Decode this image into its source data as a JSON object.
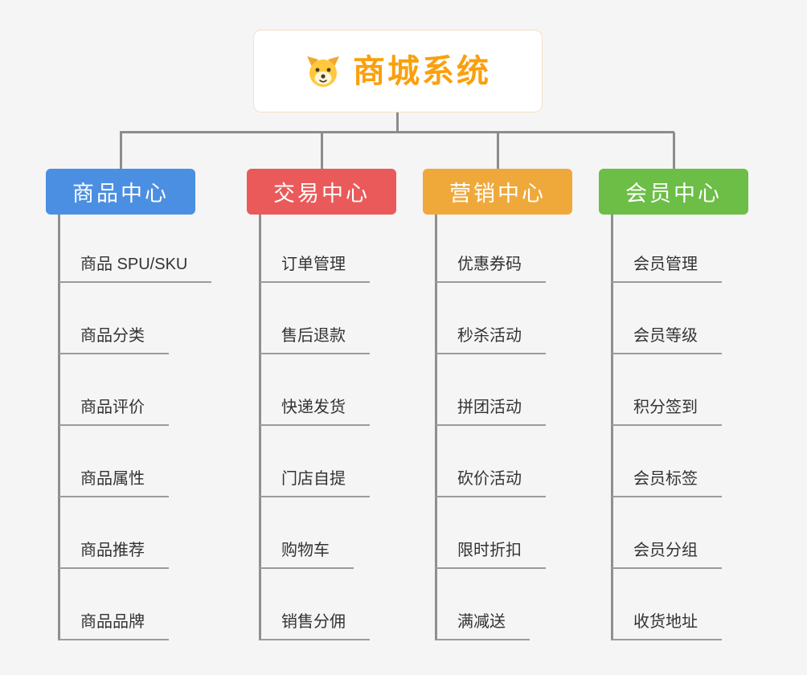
{
  "root": {
    "title": "商城系统",
    "icon": "dog-face-icon",
    "accent_color": "#faa00d"
  },
  "connector_color": "#8c8c8c",
  "branches": [
    {
      "label": "商品中心",
      "color": "#4b8fe2",
      "children": [
        "商品 SPU/SKU",
        "商品分类",
        "商品评价",
        "商品属性",
        "商品推荐",
        "商品品牌"
      ]
    },
    {
      "label": "交易中心",
      "color": "#ea5a5a",
      "children": [
        "订单管理",
        "售后退款",
        "快递发货",
        "门店自提",
        "购物车",
        "销售分佣"
      ]
    },
    {
      "label": "营销中心",
      "color": "#efa93b",
      "children": [
        "优惠券码",
        "秒杀活动",
        "拼团活动",
        "砍价活动",
        "限时折扣",
        "满减送"
      ]
    },
    {
      "label": "会员中心",
      "color": "#6cbe47",
      "children": [
        "会员管理",
        "会员等级",
        "积分签到",
        "会员标签",
        "会员分组",
        "收货地址"
      ]
    }
  ]
}
